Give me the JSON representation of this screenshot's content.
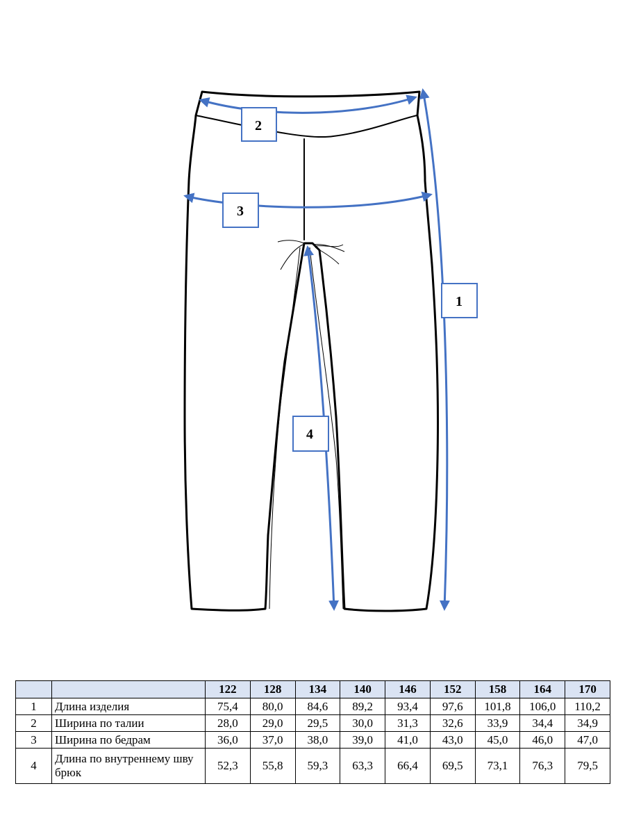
{
  "labels": {
    "length": "1",
    "waist": "2",
    "hips": "3",
    "inseam": "4"
  },
  "colors": {
    "accent": "#4472c4",
    "header_fill": "#dae3f3"
  },
  "table": {
    "sizes": [
      "122",
      "128",
      "134",
      "140",
      "146",
      "152",
      "158",
      "164",
      "170"
    ],
    "rows": [
      {
        "no": "1",
        "name": "Длина изделия",
        "values": [
          "75,4",
          "80,0",
          "84,6",
          "89,2",
          "93,4",
          "97,6",
          "101,8",
          "106,0",
          "110,2"
        ]
      },
      {
        "no": "2",
        "name": "Ширина по талии",
        "values": [
          "28,0",
          "29,0",
          "29,5",
          "30,0",
          "31,3",
          "32,6",
          "33,9",
          "34,4",
          "34,9"
        ]
      },
      {
        "no": "3",
        "name": "Ширина по бедрам",
        "values": [
          "36,0",
          "37,0",
          "38,0",
          "39,0",
          "41,0",
          "43,0",
          "45,0",
          "46,0",
          "47,0"
        ]
      },
      {
        "no": "4",
        "name": "Длина по внутреннему шву брюк",
        "values": [
          "52,3",
          "55,8",
          "59,3",
          "63,3",
          "66,4",
          "69,5",
          "73,1",
          "76,3",
          "79,5"
        ]
      }
    ]
  }
}
